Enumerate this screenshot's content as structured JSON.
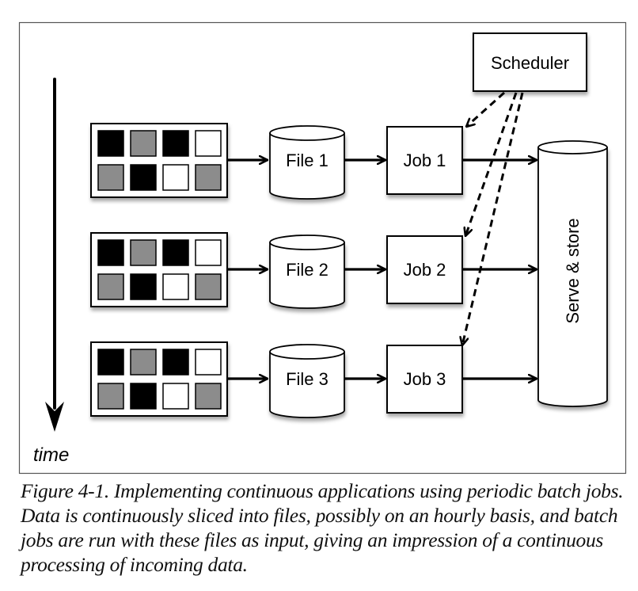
{
  "figure": {
    "time_label": "time",
    "scheduler_label": "Scheduler",
    "store_label": "Serve & store",
    "rows": [
      {
        "file_label": "File 1",
        "job_label": "Job 1",
        "cells": [
          "black",
          "gray",
          "black",
          "white",
          "gray",
          "black",
          "white",
          "gray"
        ]
      },
      {
        "file_label": "File 2",
        "job_label": "Job 2",
        "cells": [
          "black",
          "gray",
          "black",
          "white",
          "gray",
          "black",
          "white",
          "gray"
        ]
      },
      {
        "file_label": "File 3",
        "job_label": "Job 3",
        "cells": [
          "black",
          "gray",
          "black",
          "white",
          "gray",
          "black",
          "white",
          "gray"
        ]
      }
    ],
    "colors": {
      "black": "#000000",
      "gray": "#8c8c8c",
      "white": "#ffffff",
      "frame": "#555555"
    }
  },
  "caption": {
    "text": "Figure 4-1. Implementing continuous applications using periodic batch jobs. Data is continuously sliced into files, possibly on an hourly basis, and batch jobs are run with these files as input, giving an impression of a continuous processing of incoming data."
  }
}
